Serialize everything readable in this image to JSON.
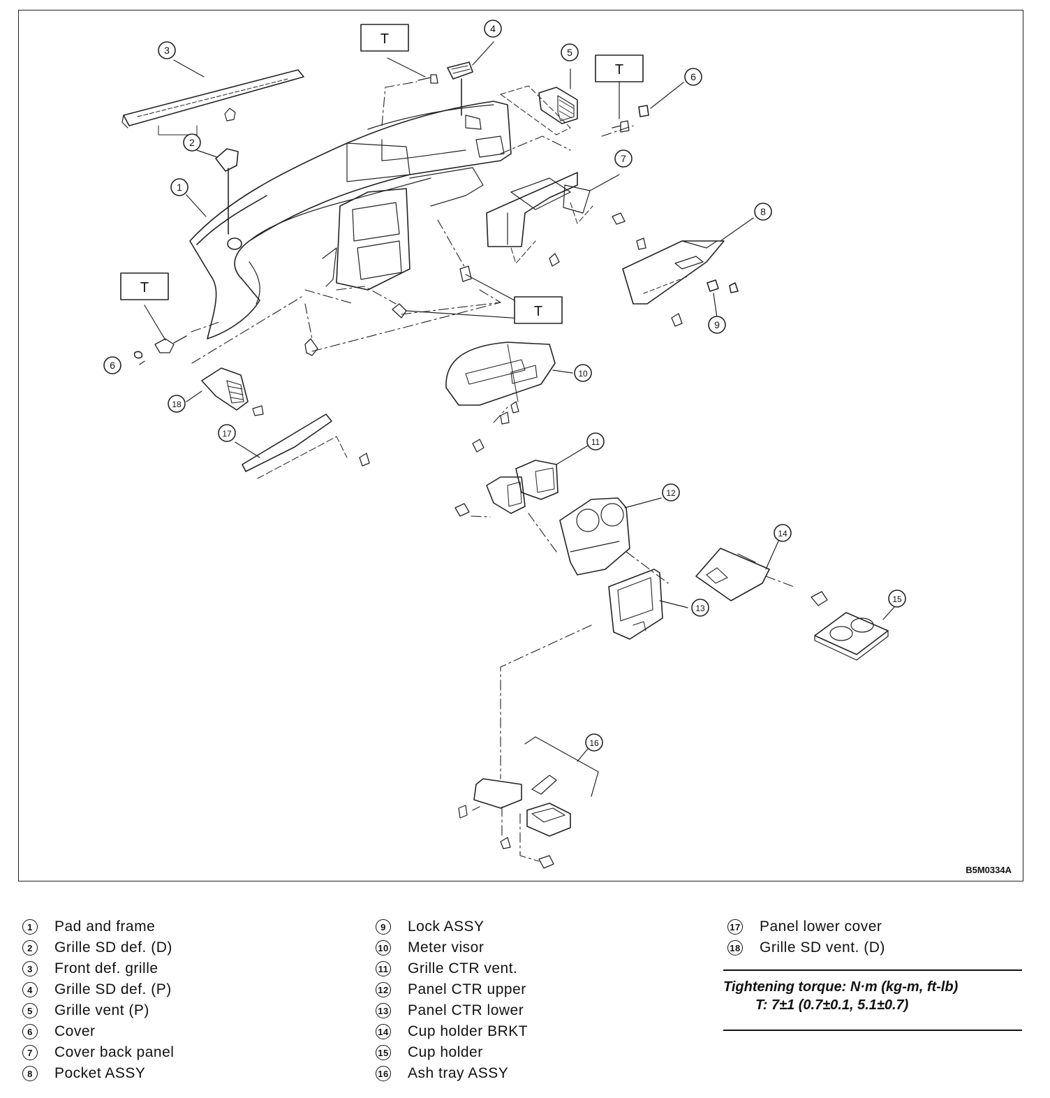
{
  "diagram": {
    "figure_code": "B5M0334A",
    "torque_marker": "T",
    "callouts": [
      "1",
      "2",
      "3",
      "4",
      "5",
      "6",
      "6",
      "7",
      "8",
      "9",
      "10",
      "11",
      "12",
      "13",
      "14",
      "15",
      "16",
      "17",
      "18"
    ]
  },
  "legend": {
    "columns": [
      [
        {
          "num": "1",
          "label": "Pad and frame"
        },
        {
          "num": "2",
          "label": "Grille SD def. (D)"
        },
        {
          "num": "3",
          "label": "Front def. grille"
        },
        {
          "num": "4",
          "label": "Grille SD def. (P)"
        },
        {
          "num": "5",
          "label": "Grille vent (P)"
        },
        {
          "num": "6",
          "label": "Cover"
        },
        {
          "num": "7",
          "label": "Cover back panel"
        },
        {
          "num": "8",
          "label": "Pocket ASSY"
        }
      ],
      [
        {
          "num": "9",
          "label": "Lock ASSY"
        },
        {
          "num": "10",
          "label": "Meter visor"
        },
        {
          "num": "11",
          "label": "Grille CTR vent."
        },
        {
          "num": "12",
          "label": "Panel CTR upper"
        },
        {
          "num": "13",
          "label": "Panel CTR lower"
        },
        {
          "num": "14",
          "label": "Cup holder BRKT"
        },
        {
          "num": "15",
          "label": "Cup holder"
        },
        {
          "num": "16",
          "label": "Ash tray ASSY"
        }
      ],
      [
        {
          "num": "17",
          "label": "Panel lower cover"
        },
        {
          "num": "18",
          "label": "Grille SD vent. (D)"
        }
      ]
    ]
  },
  "torque": {
    "title": "Tightening torque: N·m (kg-m, ft-lb)",
    "value": "T:    7±1 (0.7±0.1, 5.1±0.7)"
  }
}
